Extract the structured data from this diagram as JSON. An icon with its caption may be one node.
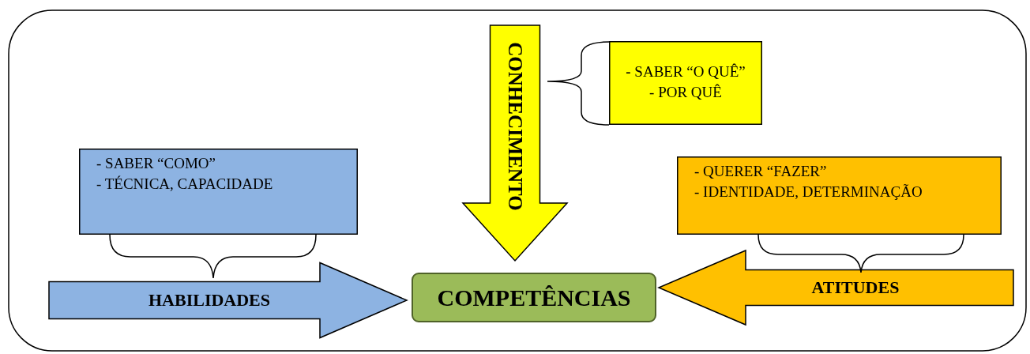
{
  "diagram": {
    "nodes": [
      {
        "text": [],
        "shape": "box"
      },
      {
        "text": [
          "**-** SABER “O QUÊ”",
          "- POR QUÊ"
        ],
        "in": 0
      },
      {
        "text": [
          "- SABER “COMO”",
          "- TÉCNICA, CAPACIDADE"
        ],
        "in": 0
      },
      {
        "text": [
          "- QUERER “FAZER”",
          "- IDENTIDADE, DETERMINAÇÃO"
        ],
        "in": 0
      },
      {
        "text": [
          "COMPETÊNCIAS"
        ],
        "in": 0
      }
    ],
    "edges": [
      {
        "from": 1,
        "to": 4,
        "arrow": "to",
        "label": "CONHECIMENTO",
        "style": "thick",
        "color": "#ffff00"
      },
      {
        "from": 2,
        "to": 4,
        "arrow": "to",
        "label": "HABILIDADES",
        "style": "thick",
        "color": "#8db3e2"
      },
      {
        "from": 3,
        "to": 4,
        "arrow": "to",
        "label": "ATITUDES",
        "style": "thick",
        "color": "#ffc000"
      }
    ]
  }
}
